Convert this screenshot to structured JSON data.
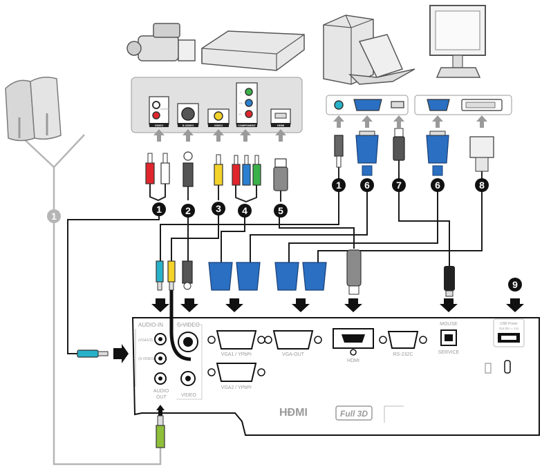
{
  "source_panel": {
    "audio_small": "AUDIO",
    "video_label": "VIDEO",
    "svideo_label": "S-VIDEO",
    "video2_label": "VIDEO",
    "component_label": "COMPONENT",
    "hdmi_label": "HDMI",
    "y": "Y",
    "pb": "Pb",
    "pr": "Pr"
  },
  "callouts": {
    "c1": "1",
    "c2": "2",
    "c3": "3",
    "c4": "4",
    "c5": "5",
    "c6": "6",
    "c7": "7",
    "c6b": "6",
    "c8": "8",
    "c9": "9",
    "speaker": "1"
  },
  "projector": {
    "audio_in": "AUDIO-IN",
    "vga1_small": "(VGA1/2)",
    "svideo_small": "(S-VIDEO/ VIDEO)",
    "audio_out_1": "AUDIO",
    "audio_out_2": "OUT",
    "s_video": "S-VIDEO",
    "video": "VIDEO",
    "vga1": "VGA1 / YPbPr",
    "vga2": "VGA2 / YPbPr",
    "vga_out": "VGA-OUT",
    "hdmi": "HDMI",
    "rs232c": "RS-232C",
    "mouse": "MOUSE",
    "service": "SERVICE",
    "usb_power": "USB Power",
    "usb_power_sub": "Out (5V ═ 1A)",
    "hdmi_logo": "HĐMI",
    "full3d": "Full 3D"
  }
}
